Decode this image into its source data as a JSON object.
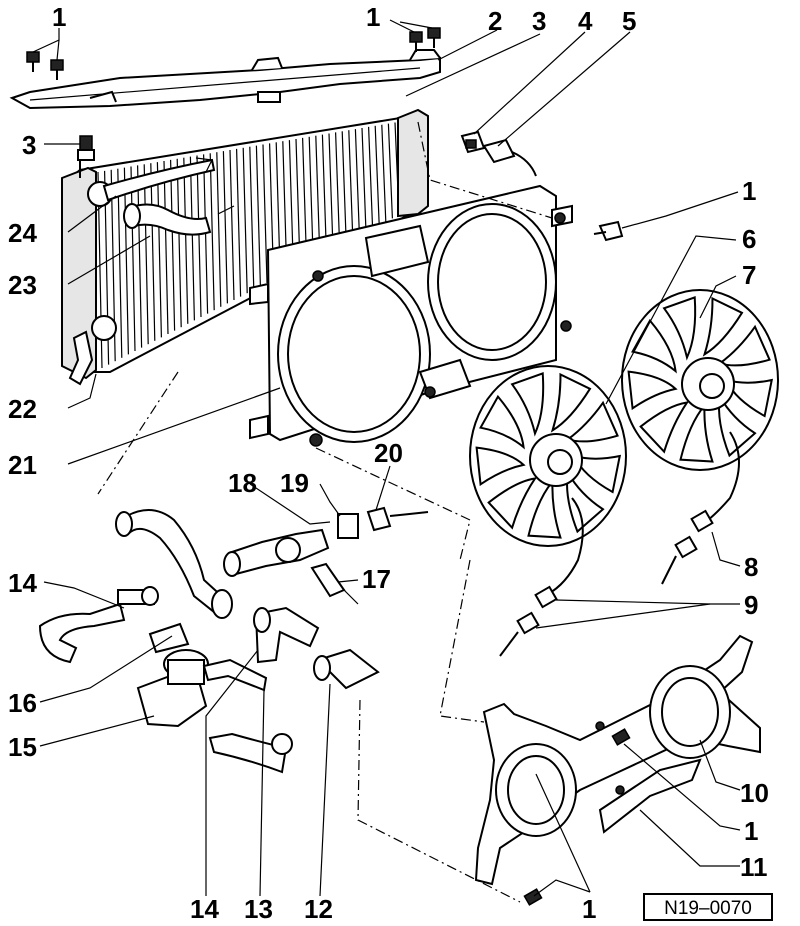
{
  "diagram_ref": "N19–0070",
  "callouts": [
    {
      "id": "c-1a",
      "label": "1"
    },
    {
      "id": "c-1b",
      "label": "1"
    },
    {
      "id": "c-2",
      "label": "2"
    },
    {
      "id": "c-3a",
      "label": "3"
    },
    {
      "id": "c-4",
      "label": "4"
    },
    {
      "id": "c-5",
      "label": "5"
    },
    {
      "id": "c-3b",
      "label": "3"
    },
    {
      "id": "c-1c",
      "label": "1"
    },
    {
      "id": "c-24",
      "label": "24"
    },
    {
      "id": "c-6",
      "label": "6"
    },
    {
      "id": "c-23",
      "label": "23"
    },
    {
      "id": "c-7",
      "label": "7"
    },
    {
      "id": "c-22",
      "label": "22"
    },
    {
      "id": "c-21",
      "label": "21"
    },
    {
      "id": "c-20",
      "label": "20"
    },
    {
      "id": "c-18",
      "label": "18"
    },
    {
      "id": "c-19",
      "label": "19"
    },
    {
      "id": "c-8",
      "label": "8"
    },
    {
      "id": "c-17",
      "label": "17"
    },
    {
      "id": "c-14a",
      "label": "14"
    },
    {
      "id": "c-9",
      "label": "9"
    },
    {
      "id": "c-16",
      "label": "16"
    },
    {
      "id": "c-15",
      "label": "15"
    },
    {
      "id": "c-10",
      "label": "10"
    },
    {
      "id": "c-1d",
      "label": "1"
    },
    {
      "id": "c-11",
      "label": "11"
    },
    {
      "id": "c-14b",
      "label": "14"
    },
    {
      "id": "c-13",
      "label": "13"
    },
    {
      "id": "c-12",
      "label": "12"
    },
    {
      "id": "c-1e",
      "label": "1"
    }
  ]
}
